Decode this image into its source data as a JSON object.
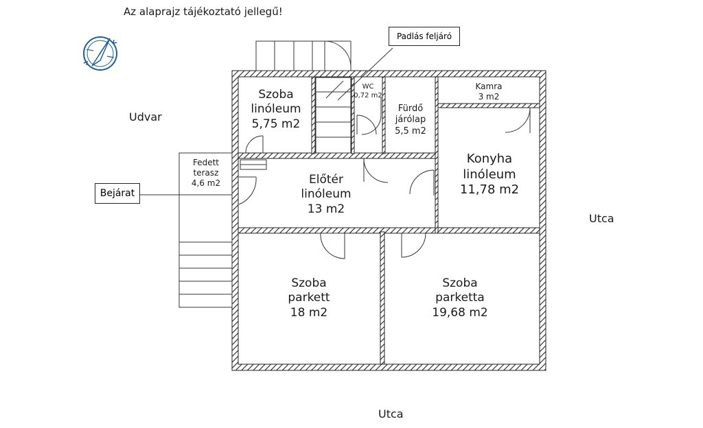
{
  "note": "Az alaprajz tájékoztató jellegű!",
  "compass_icon": "compass-icon",
  "outside": {
    "yard": "Udvar",
    "street_right": "Utca",
    "street_bottom": "Utca"
  },
  "callouts": {
    "attic": "Padlás feljáró",
    "entrance": "Bejárat"
  },
  "rooms": {
    "szoba_small": [
      "Szoba",
      "linóleum",
      "5,75 m2"
    ],
    "wc": [
      "WC",
      "0,72 m2"
    ],
    "furdo": [
      "Fürdő",
      "járólap",
      "5,5 m2"
    ],
    "kamra": [
      "Kamra",
      "3 m2"
    ],
    "konyha": [
      "Konyha",
      "linóleum",
      "11,78 m2"
    ],
    "eloter": [
      "Előtér",
      "linóleum",
      "13 m2"
    ],
    "terasz": [
      "Fedett",
      "terasz",
      "4,6 m2"
    ],
    "szoba_left": [
      "Szoba",
      "parkett",
      "18 m2"
    ],
    "szoba_right": [
      "Szoba",
      "parketta",
      "19,68 m2"
    ]
  },
  "colors": {
    "wall": "#222222",
    "line": "#333333",
    "compass": "#1f5d9c"
  }
}
